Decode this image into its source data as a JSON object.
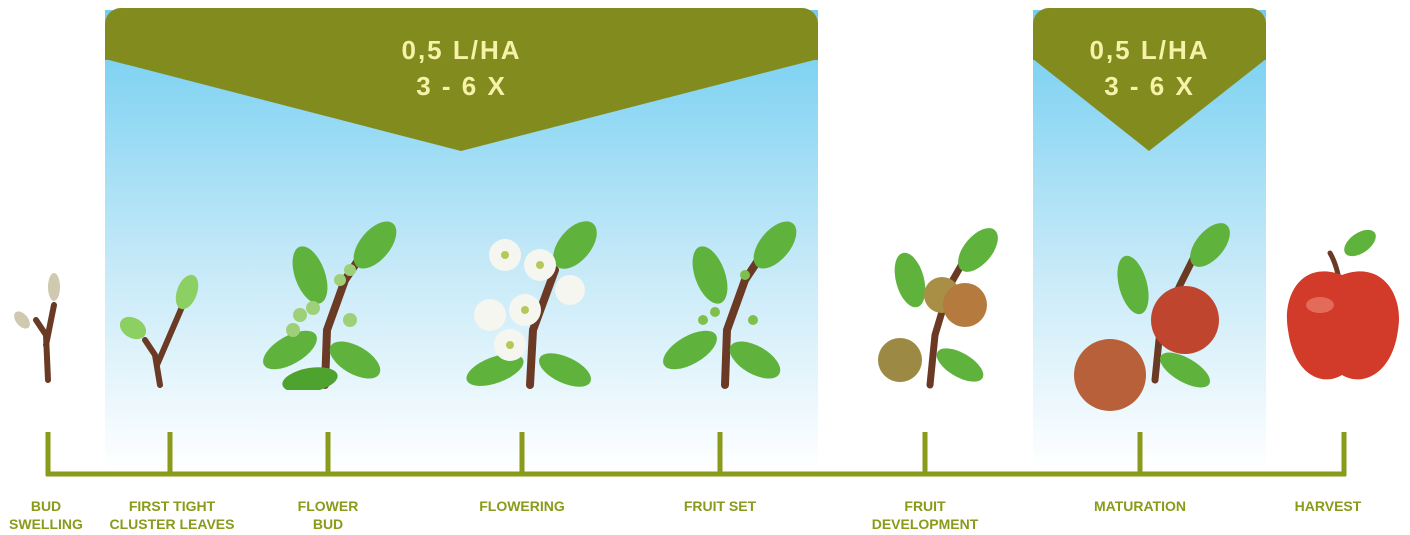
{
  "applications": [
    {
      "rate": "0,5 L/HA",
      "frequency": "3 - 6 X"
    },
    {
      "rate": "0,5 L/HA",
      "frequency": "3 - 6 X"
    }
  ],
  "stages": [
    {
      "line1": "BUD",
      "line2": "SWELLING"
    },
    {
      "line1": "FIRST TIGHT",
      "line2": "CLUSTER LEAVES"
    },
    {
      "line1": "FLOWER",
      "line2": "BUD"
    },
    {
      "line1": "FLOWERING",
      "line2": ""
    },
    {
      "line1": "FRUIT SET",
      "line2": ""
    },
    {
      "line1": "FRUIT",
      "line2": "DEVELOPMENT"
    },
    {
      "line1": "MATURATION",
      "line2": ""
    },
    {
      "line1": "HARVEST",
      "line2": ""
    }
  ],
  "colors": {
    "band_header": "#828c1e",
    "band_text": "#f6f2a8",
    "timeline": "#8a9a1a",
    "sky_top": "#6fcdf1",
    "leaf": "#5fb33c",
    "stem": "#6b3a24",
    "apple": "#d23a2a"
  }
}
